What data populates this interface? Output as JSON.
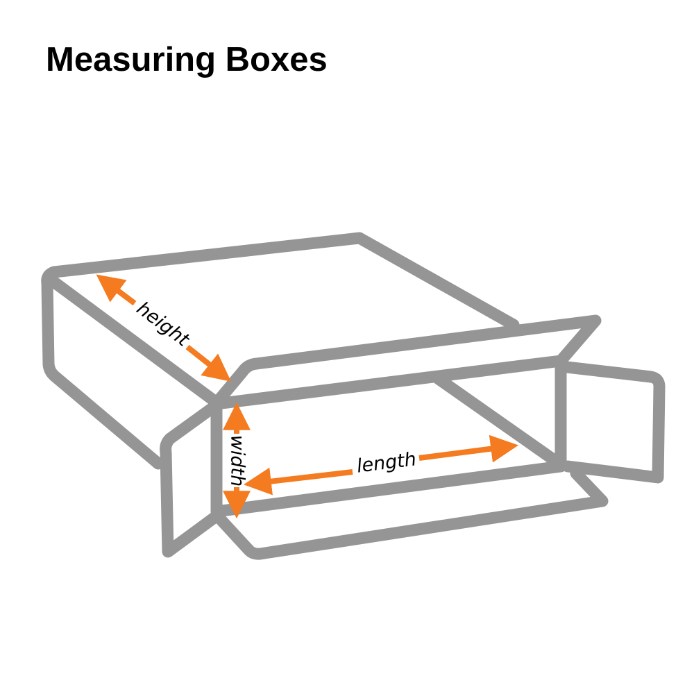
{
  "title": "Measuring Boxes",
  "colors": {
    "box_outline": "#959595",
    "arrow": "#f47b20",
    "label_text": "#000000",
    "background": "#ffffff"
  },
  "dimensions": {
    "height": {
      "label": "height"
    },
    "width": {
      "label": "width"
    },
    "length": {
      "label": "length"
    }
  }
}
